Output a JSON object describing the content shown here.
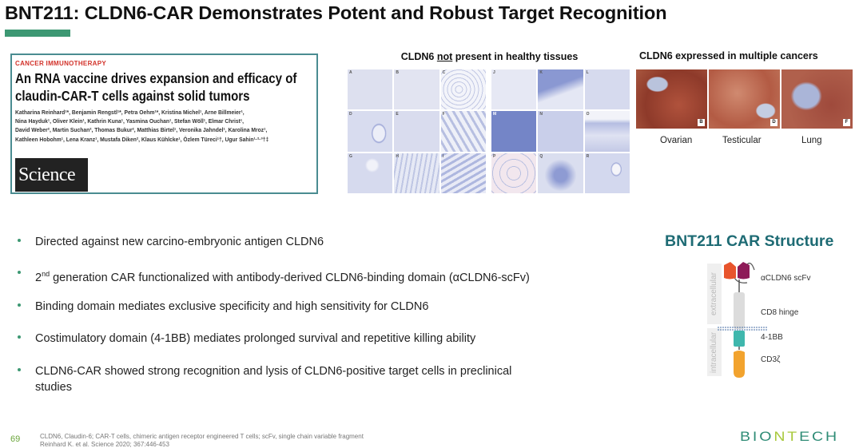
{
  "slide": {
    "title": "BNT211: CLDN6-CAR Demonstrates Potent and Robust Target Recognition",
    "accent_color": "#3d9873",
    "page_number": "69"
  },
  "paper": {
    "category": "CANCER IMMUNOTHERAPY",
    "title_line1": "An RNA vaccine drives expansion and efficacy of",
    "title_line2": "claudin-CAR-T cells against solid tumors",
    "authors": [
      "Katharina Reinhard¹*, Benjamin Rengstl¹*, Petra Oehm¹*, Kristina Michel¹, Arne Billmeier¹,",
      "Nina Hayduk¹, Oliver Klein¹, Kathrin Kuna¹, Yasmina Ouchan¹, Stefan Wöll¹, Elmar Christ¹,",
      "David Weber², Martin Suchan², Thomas Bukur², Matthias Birtel¹, Veronika Jahndel¹, Karolina Mroz¹,",
      "Kathleen Hobohm¹, Lena Kranz¹, Mustafa Diken², Klaus Kühlcke¹, Özlem Türeci¹†, Ugur Sahin¹·²·³†‡"
    ],
    "journal": "Science",
    "border_color": "#4a8c91"
  },
  "healthy_tissues": {
    "caption_pre": "CLDN6 ",
    "caption_underlined": "not",
    "caption_post": " present in healthy tissues",
    "panels_left": [
      "A",
      "B",
      "C",
      "D",
      "E",
      "F",
      "G",
      "H",
      "I"
    ],
    "panels_right": [
      "J",
      "K",
      "L",
      "M",
      "N",
      "O",
      "P",
      "Q",
      "R"
    ]
  },
  "cancers": {
    "caption": "CLDN6 expressed in multiple cancers",
    "images": [
      {
        "panel": "B",
        "name": "Ovarian"
      },
      {
        "panel": "D",
        "name": "Testicular"
      },
      {
        "panel": "F",
        "name": "Lung"
      }
    ]
  },
  "bullets": [
    {
      "text": "Directed against new carcino-embryonic antigen CLDN6"
    },
    {
      "sup_pre": "2",
      "sup": "nd",
      "text": " generation CAR functionalized with antibody-derived CLDN6-binding domain (αCLDN6-scFv)"
    },
    {
      "text": "Binding domain mediates exclusive specificity and high sensitivity for CLDN6"
    },
    {
      "text": "Costimulatory domain (4-1BB) mediates prolonged survival and repetitive killing ability"
    },
    {
      "text": "CLDN6-CAR showed strong recognition and lysis of CLDN6-positive target cells in preclinical",
      "text2": "studies"
    }
  ],
  "car_structure": {
    "title": "BNT211 CAR Structure",
    "region_labels": {
      "extracellular": "extracellular",
      "intracellular": "intracellular"
    },
    "parts": [
      {
        "label": "αCLDN6 scFv",
        "colors": [
          "#e8542c",
          "#8e1b58"
        ]
      },
      {
        "label": "CD8 hinge",
        "colors": [
          "#d9d9d9"
        ]
      },
      {
        "label": "4-1BB",
        "colors": [
          "#3fb7ad"
        ]
      },
      {
        "label": "CD3ζ",
        "colors": [
          "#f2a32e"
        ]
      }
    ],
    "title_color": "#1e6b74"
  },
  "footer": {
    "line1": "CLDN6, Claudin-6; CAR-T cells, chimeric antigen receptor engineered T cells; scFv, single chain variable fragment",
    "line2": "Reinhard K. et al. Science 2020; 367:446-453",
    "logo_part1": "BIO",
    "logo_part2": "NT",
    "logo_part3": "ECH"
  }
}
